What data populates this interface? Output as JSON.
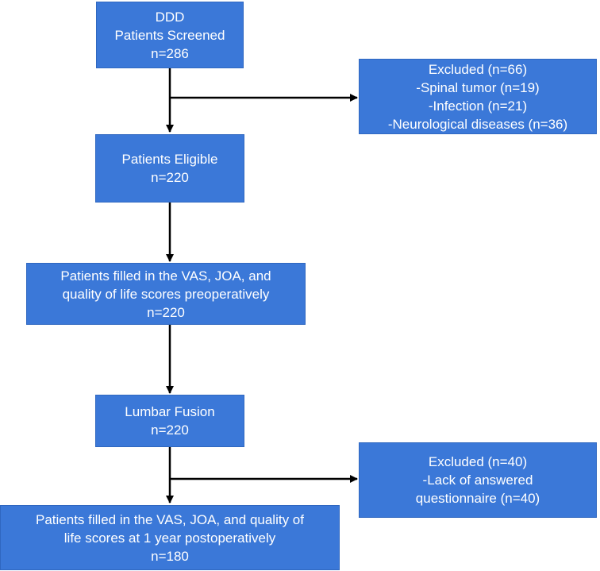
{
  "colors": {
    "box_fill": "#3b78d8",
    "text": "#ffffff",
    "arrow": "#000000"
  },
  "boxes": {
    "screened": {
      "lines": [
        "DDD",
        "Patients Screened",
        "n=286"
      ]
    },
    "excluded_1": {
      "lines": [
        "Excluded (n=66)",
        "-Spinal tumor (n=19)",
        "-Infection (n=21)",
        "-Neurological diseases (n=36)"
      ]
    },
    "eligible": {
      "lines": [
        "Patients Eligible",
        "n=220"
      ]
    },
    "preop": {
      "lines": [
        "Patients filled in the VAS, JOA, and",
        "quality of life scores preoperatively",
        "n=220"
      ]
    },
    "fusion": {
      "lines": [
        "Lumbar Fusion",
        "n=220"
      ]
    },
    "excluded_2": {
      "lines": [
        "Excluded (n=40)",
        "-Lack of answered",
        "questionnaire (n=40)"
      ]
    },
    "postop": {
      "lines": [
        "Patients filled in the VAS, JOA, and quality of",
        "life scores at 1 year postoperatively",
        "n=180"
      ]
    }
  }
}
